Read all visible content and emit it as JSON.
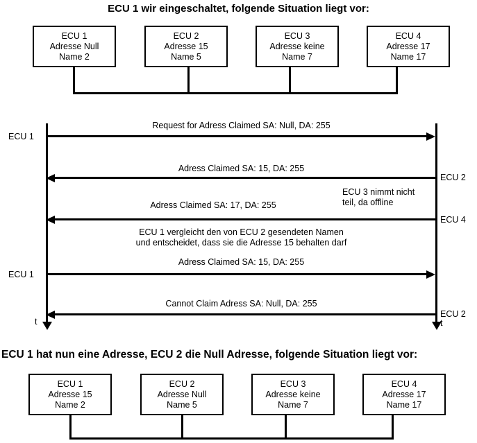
{
  "diagram": {
    "top_title": "ECU 1 wir eingeschaltet, folgende Situation liegt vor:",
    "bottom_title": "ECU 1 hat nun eine Adresse, ECU 2 die Null Adresse, folgende Situation liegt vor:"
  },
  "top_nodes": [
    {
      "name": "ECU 1",
      "address": "Adresse Null",
      "id": "Name 2"
    },
    {
      "name": "ECU 2",
      "address": "Adresse 15",
      "id": "Name 5"
    },
    {
      "name": "ECU 3",
      "address": "Adresse keine",
      "id": "Name 7"
    },
    {
      "name": "ECU 4",
      "address": "Adresse 17",
      "id": "Name 17"
    }
  ],
  "bottom_nodes": [
    {
      "name": "ECU 1",
      "address": "Adresse 15",
      "id": "Name 2"
    },
    {
      "name": "ECU 2",
      "address": "Adresse Null",
      "id": "Name 5"
    },
    {
      "name": "ECU 3",
      "address": "Adresse keine",
      "id": "Name 7"
    },
    {
      "name": "ECU 4",
      "address": "Adresse 17",
      "id": "Name 17"
    }
  ],
  "sequence": {
    "left_labels": {
      "l1": "ECU 1",
      "l2": "ECU 1",
      "time": "t"
    },
    "right_labels": {
      "r1": "ECU 2",
      "r2": "ECU 4",
      "r3": "ECU 2",
      "time": "t"
    },
    "messages": [
      {
        "text": "Request for Adress Claimed SA: Null, DA: 255",
        "direction": "right"
      },
      {
        "text": "Adress Claimed SA: 15, DA: 255",
        "direction": "left"
      },
      {
        "text": "Adress Claimed SA: 17, DA: 255",
        "direction": "left"
      },
      {
        "text": "Adress Claimed SA: 15, DA: 255",
        "direction": "right"
      },
      {
        "text": "Cannot Claim Adress SA: Null, DA: 255",
        "direction": "left"
      }
    ],
    "notes": {
      "offline_line1": "ECU 3 nimmt nicht",
      "offline_line2": "teil, da offline",
      "compare_line1": "ECU 1 vergleicht den von ECU 2 gesendeten Namen",
      "compare_line2": "und entscheidet, dass sie die Adresse 15 behalten darf"
    }
  },
  "colors": {
    "ink": "#000000",
    "paper": "#ffffff"
  }
}
